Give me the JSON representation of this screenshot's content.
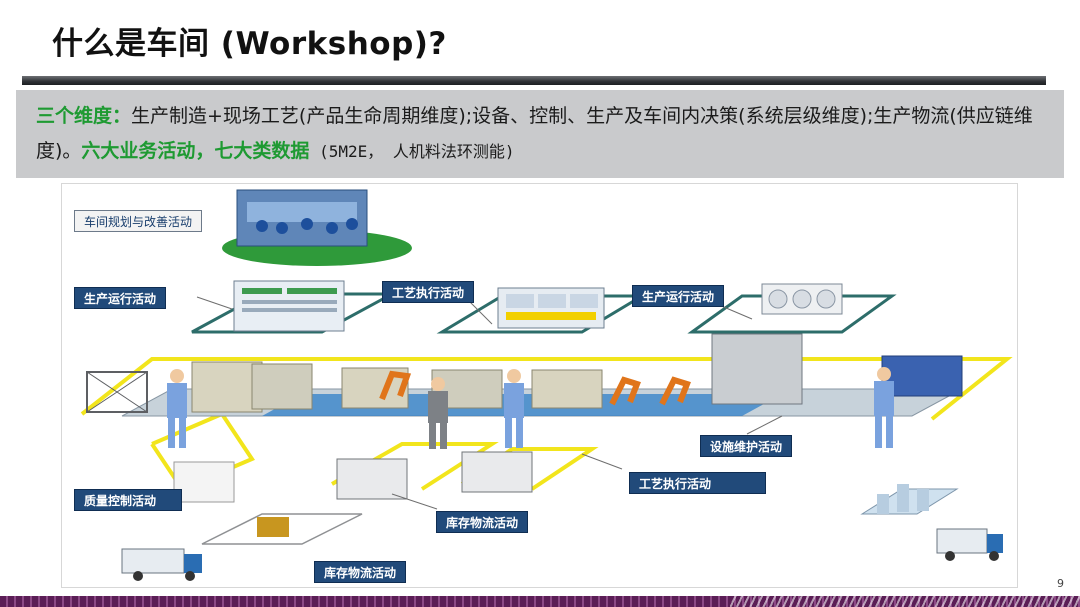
{
  "slide": {
    "title": "什么是车间 (Workshop)?",
    "page_number": "9"
  },
  "intro": {
    "lead": "三个维度：",
    "body": "生产制造+现场工艺(产品生命周期维度);设备、控制、生产及车间内决策(系统层级维度);生产物流(供应链维度)。",
    "highlight": "六大业务活动，七大类数据",
    "tail": " (5M2E， 人机料法环测能)"
  },
  "diagram": {
    "labels": {
      "workshop_planning": "车间规划与改善活动",
      "production_ops_left": "生产运行活动",
      "process_exec_top": "工艺执行活动",
      "production_ops_right": "生产运行活动",
      "facility_maintenance": "设施维护活动",
      "process_exec_bottom": "工艺执行活动",
      "quality_control": "质量控制活动",
      "inventory_logistics_mid": "库存物流活动",
      "inventory_logistics_bottom": "库存物流活动"
    }
  },
  "colors": {
    "label_bg": "#214a7a",
    "highlight_green": "#1e9a32",
    "floor_yellow": "#f2e51c",
    "conveyor_blue": "#2f7fc8"
  }
}
